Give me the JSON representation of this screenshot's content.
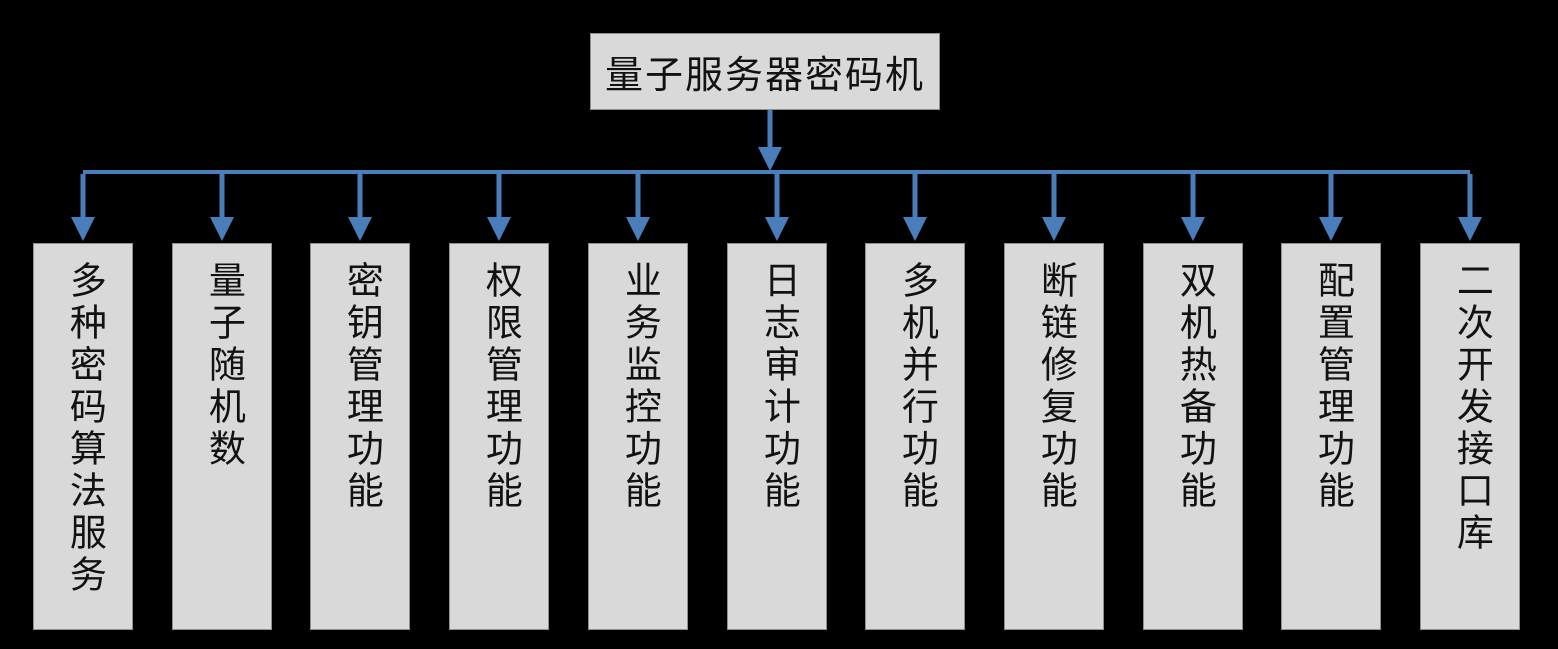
{
  "diagram": {
    "root": {
      "label": "量子服务器密码机"
    },
    "children": [
      {
        "label": "多种密码算法服务"
      },
      {
        "label": "量子随机数"
      },
      {
        "label": "密钥管理功能"
      },
      {
        "label": "权限管理功能"
      },
      {
        "label": "业务监控功能"
      },
      {
        "label": "日志审计功能"
      },
      {
        "label": "多机并行功能"
      },
      {
        "label": "断链修复功能"
      },
      {
        "label": "双机热备功能"
      },
      {
        "label": "配置管理功能"
      },
      {
        "label": "二次开发接口库"
      }
    ],
    "colors": {
      "background": "#000000",
      "box_fill": "#d9d9d9",
      "box_border": "#8f8f8f",
      "text": "#121212",
      "connector": "#4a7eba"
    }
  }
}
